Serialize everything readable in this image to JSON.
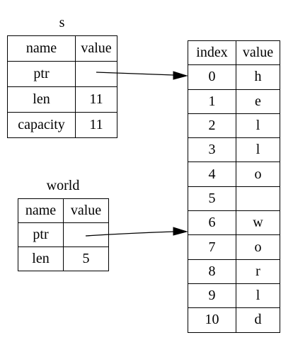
{
  "s": {
    "title": "s",
    "headers": [
      "name",
      "value"
    ],
    "rows": [
      {
        "name": "ptr",
        "value": ""
      },
      {
        "name": "len",
        "value": "11"
      },
      {
        "name": "capacity",
        "value": "11"
      }
    ]
  },
  "world": {
    "title": "world",
    "headers": [
      "name",
      "value"
    ],
    "rows": [
      {
        "name": "ptr",
        "value": ""
      },
      {
        "name": "len",
        "value": "5"
      }
    ]
  },
  "heap": {
    "headers": [
      "index",
      "value"
    ],
    "rows": [
      {
        "index": "0",
        "value": "h"
      },
      {
        "index": "1",
        "value": "e"
      },
      {
        "index": "2",
        "value": "l"
      },
      {
        "index": "3",
        "value": "l"
      },
      {
        "index": "4",
        "value": "o"
      },
      {
        "index": "5",
        "value": ""
      },
      {
        "index": "6",
        "value": "w"
      },
      {
        "index": "7",
        "value": "o"
      },
      {
        "index": "8",
        "value": "r"
      },
      {
        "index": "9",
        "value": "l"
      },
      {
        "index": "10",
        "value": "d"
      }
    ]
  },
  "arrows": [
    {
      "from": "s.ptr",
      "to": "heap.0"
    },
    {
      "from": "world.ptr",
      "to": "heap.6"
    }
  ],
  "colors": {
    "stroke": "#000000",
    "background": "#ffffff"
  }
}
